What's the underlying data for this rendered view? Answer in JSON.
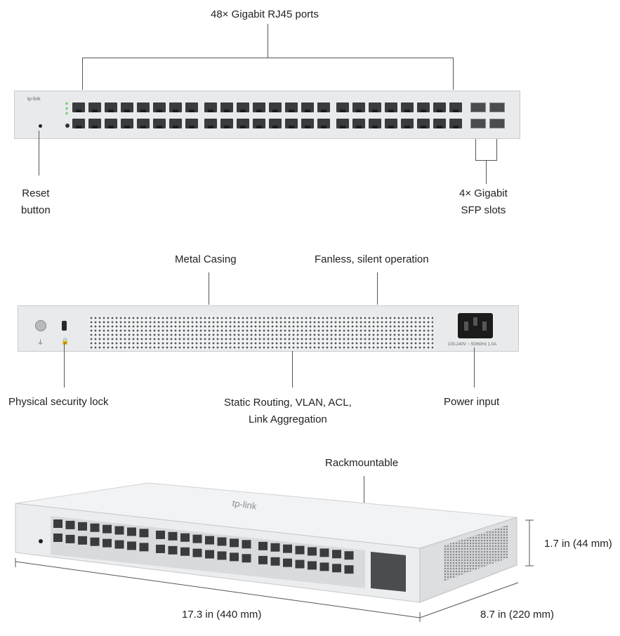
{
  "front": {
    "ports_label": "48× Gigabit RJ45 ports",
    "reset_label_line1": "Reset",
    "reset_label_line2": "button",
    "sfp_label_line1": "4× Gigabit",
    "sfp_label_line2": "SFP slots",
    "brand_text": "tp-link"
  },
  "rear": {
    "casing_label": "Metal Casing",
    "fanless_label": "Fanless, silent operation",
    "lock_label": "Physical security lock",
    "features_line1": "Static Routing, VLAN, ACL,",
    "features_line2": "Link Aggregation",
    "power_label": "Power input",
    "power_rating": "100-240V ~ 50/60Hz 1.0A"
  },
  "perspective": {
    "rack_label": "Rackmountable",
    "height_label": "1.7 in (44 mm)",
    "width_label": "17.3 in (440 mm)",
    "depth_label": "8.7 in (220 mm)",
    "brand_text": "tp-link"
  }
}
